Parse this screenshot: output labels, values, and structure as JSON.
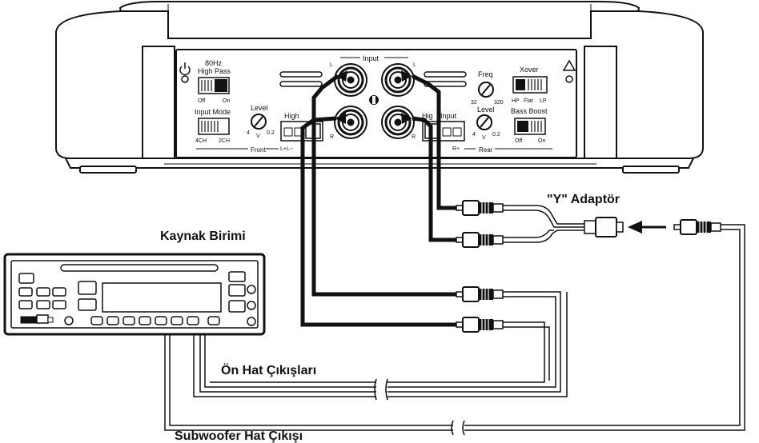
{
  "amplifier": {
    "input_title": "Input",
    "left_mark": "L",
    "right_mark": "R",
    "high_pass_line1": "80Hz",
    "high_pass_line2": "High Pass",
    "high_pass_off": "Off",
    "high_pass_on": "On",
    "input_mode": "Input Mode",
    "mode_4ch": "4CH",
    "mode_2ch": "2CH",
    "level": "Level",
    "level_min": "4",
    "level_v": "V",
    "level_max": "0.2",
    "front": "Front",
    "rear": "Rear",
    "high_input_front": "High",
    "high_input_rear": "Input",
    "high_input_rear_prefix": "Hig",
    "front_high_terminals": "L+L−",
    "rear_high_terminals": "R+",
    "freq": "Freq",
    "freq_min": "32",
    "freq_max": "320",
    "xover": "Xover",
    "xover_hp": "HP",
    "xover_flat": "Flat",
    "xover_lp": "LP",
    "bass_boost": "Bass Boost",
    "bass_off": "Off",
    "bass_on": "On"
  },
  "labels": {
    "y_adapter": "\"Y\" Adaptör",
    "source_unit": "Kaynak Birimi",
    "front_line_outputs": "Ön Hat Çıkışları",
    "subwoofer_line_output": "Subwoofer Hat Çıkışı"
  },
  "colors": {
    "line": "#111111",
    "background": "#ffffff",
    "panel_fill": "#ffffff",
    "cable": "#222222"
  }
}
